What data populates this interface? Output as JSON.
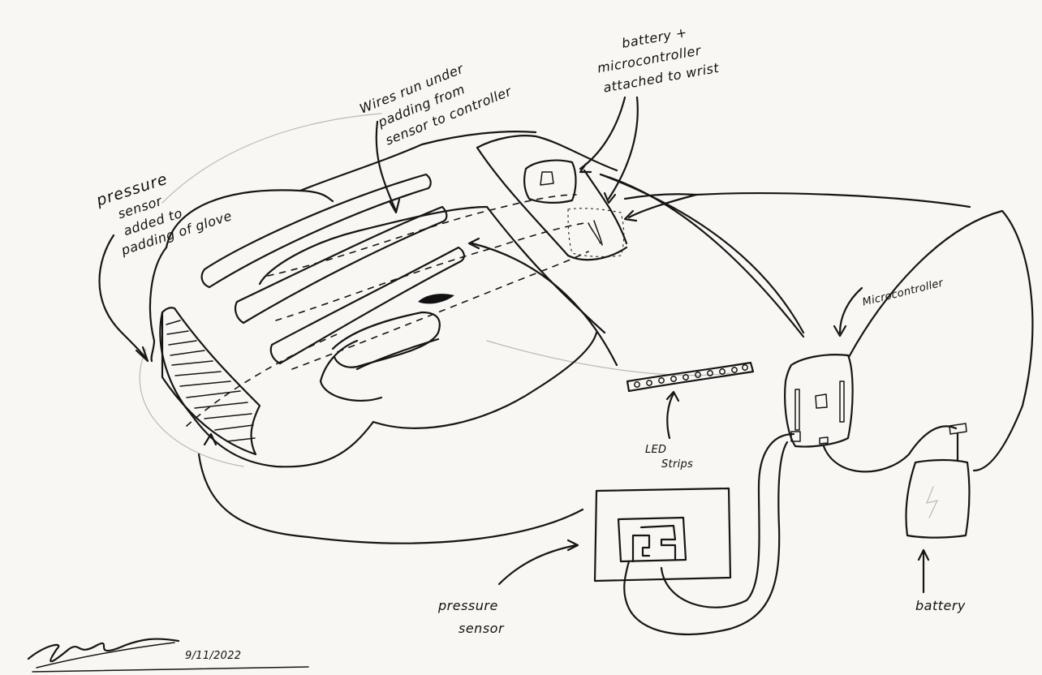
{
  "labels": {
    "pressure_sensor_glove": [
      "pressure",
      "sensor",
      "added to",
      "padding of glove"
    ],
    "wires": [
      "Wires run under",
      "padding from",
      "sensor to controller"
    ],
    "battery_micro": [
      "battery +",
      "microcontroller",
      "attached to wrist"
    ],
    "microcontroller": "Microcontroller",
    "led_strips": [
      "LED",
      "Strips"
    ],
    "pressure_sensor": [
      "pressure",
      "sensor"
    ],
    "battery": "battery",
    "date": "9/11/2022"
  },
  "colors": {
    "ink": "#161616",
    "pencil": "#b9b9b6",
    "paper": "#f8f7f4"
  }
}
